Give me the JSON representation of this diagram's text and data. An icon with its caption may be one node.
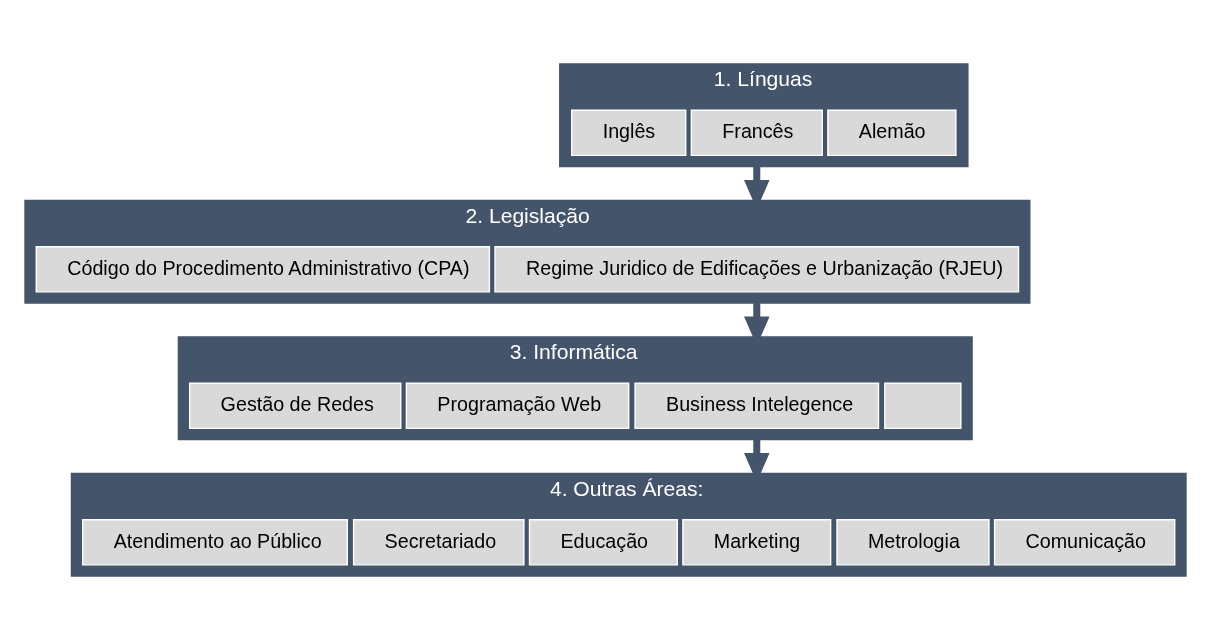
{
  "diagram": {
    "nodes": [
      {
        "text": [
          "1. Línguas"
        ]
      },
      {
        "text": [
          "Inglês"
        ],
        "in": 0
      },
      {
        "text": [
          "Francês"
        ],
        "in": 0
      },
      {
        "text": [
          "Alemão"
        ],
        "in": 0
      },
      {
        "text": [
          "2. Legislação"
        ]
      },
      {
        "text": [
          "Código do Procedimento Administrativo (CPA)"
        ],
        "in": 4
      },
      {
        "text": [
          "Regime Juridico de Edificações e Urbanização (RJEU)"
        ],
        "in": 4
      },
      {
        "text": [
          "3. Informática"
        ]
      },
      {
        "text": [
          "Gestão de Redes"
        ],
        "in": 7
      },
      {
        "text": [
          "Programação Web"
        ],
        "in": 7
      },
      {
        "text": [
          "Business Intelegence"
        ],
        "in": 7
      },
      {
        "text": [],
        "shape": "box",
        "in": 7
      },
      {
        "text": [
          "4. Outras Áreas:"
        ]
      },
      {
        "text": [
          "Atendimento ao Público"
        ],
        "in": 12
      },
      {
        "text": [
          "Secretariado"
        ],
        "in": 12
      },
      {
        "text": [
          "Educação"
        ],
        "in": 12
      },
      {
        "text": [
          "Marketing"
        ],
        "in": 12
      },
      {
        "text": [
          "Metrologia"
        ],
        "in": 12
      },
      {
        "text": [
          "Comunicação"
        ],
        "in": 12
      }
    ],
    "edges": [
      {
        "from": 0,
        "to": 4,
        "arrow": "to"
      },
      {
        "from": 4,
        "to": 7,
        "arrow": "to"
      },
      {
        "from": 7,
        "to": 12,
        "arrow": "to"
      }
    ]
  }
}
